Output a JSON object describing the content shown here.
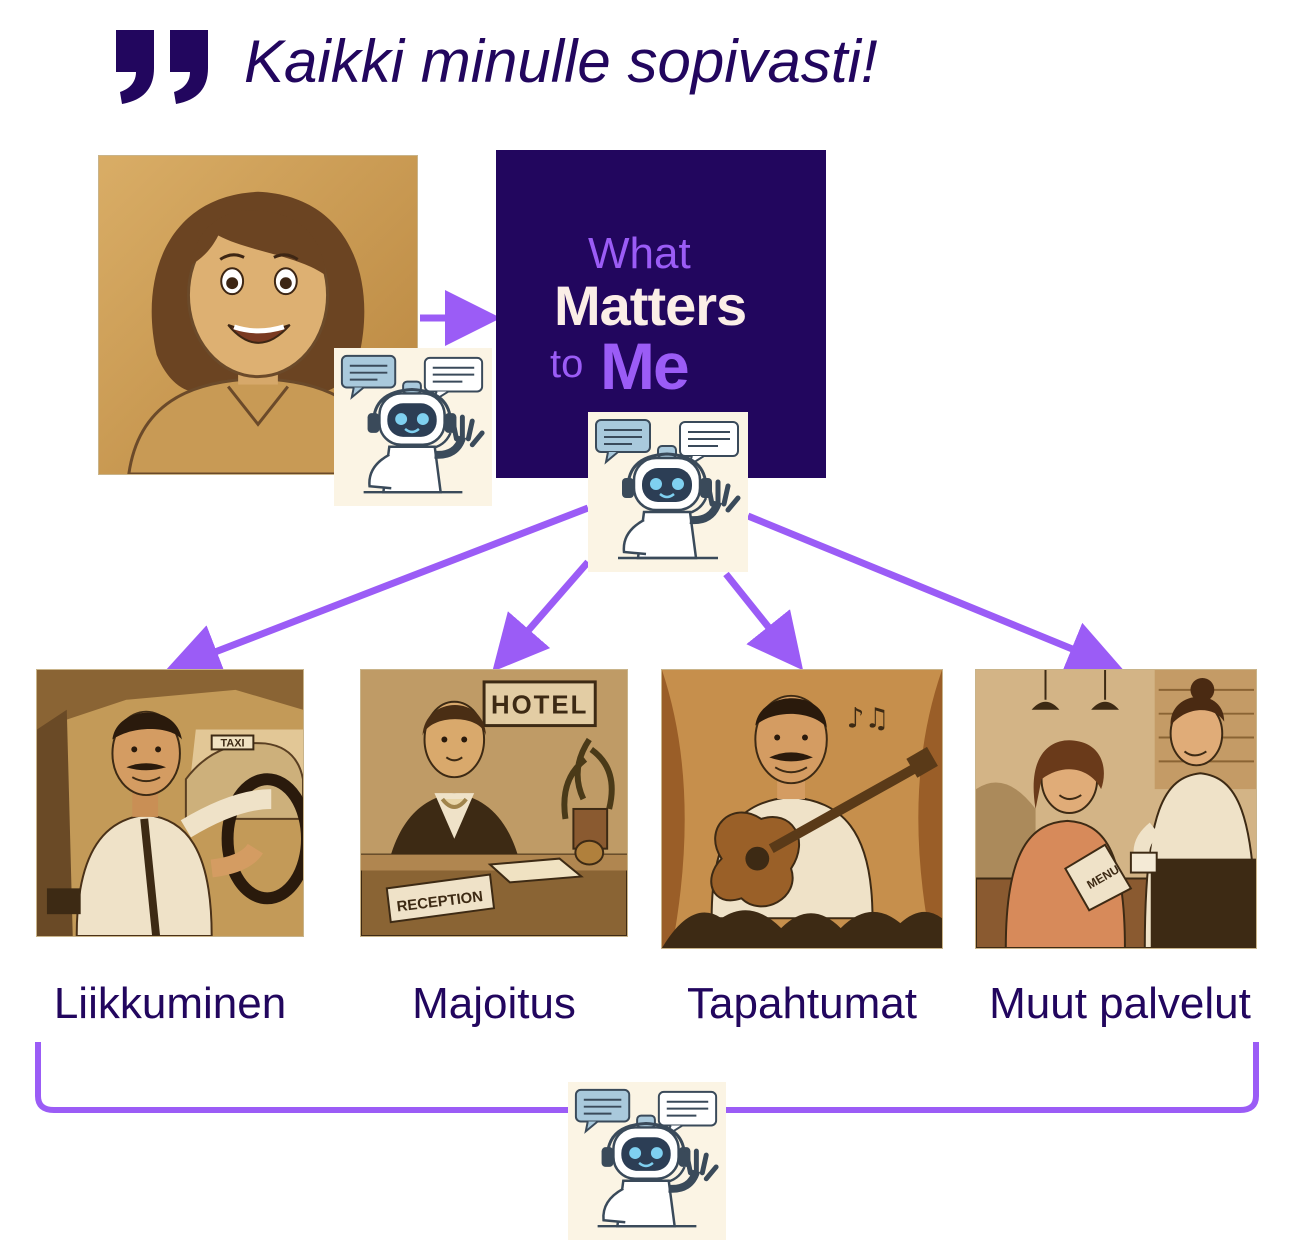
{
  "headline": "Kaikki minulle sopivasti!",
  "brand": {
    "line1": "What",
    "line2": "Matters",
    "line3_small": "to",
    "line3_big": "Me"
  },
  "colors": {
    "deep_purple": "#22065e",
    "accent_purple": "#9b5cf6",
    "cream": "#fbeee7",
    "sepia": "#c39a58"
  },
  "photos": {
    "taxi_sign": "TAXI",
    "hotel_sign": "HOTEL",
    "reception_sign": "RECEPTION",
    "menu_text": "MENU"
  },
  "categories": [
    {
      "label": "Liikkuminen"
    },
    {
      "label": "Majoitus"
    },
    {
      "label": "Tapahtumat"
    },
    {
      "label": "Muut palvelut"
    }
  ],
  "icons": {
    "quote": "quote-icon",
    "robot": "robot-assistant-icon",
    "arrow": "arrow-icon"
  }
}
